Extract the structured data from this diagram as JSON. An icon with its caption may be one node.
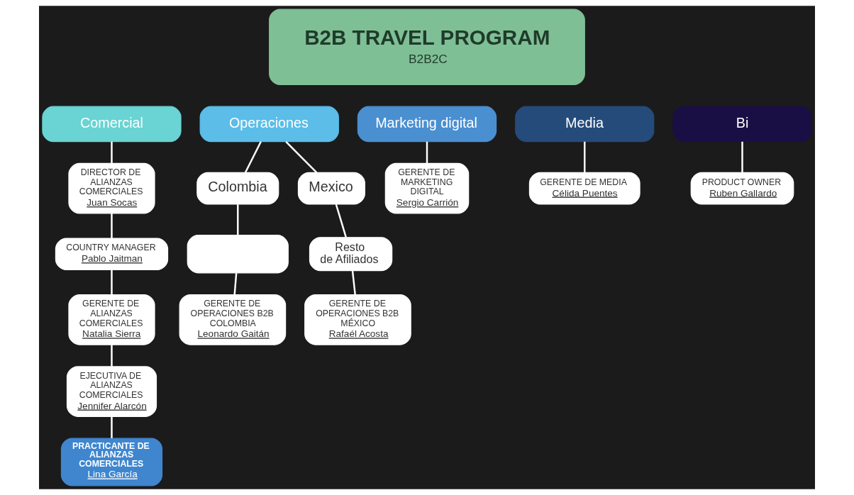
{
  "diagram": {
    "nodes": [
      {
        "text": [
          "B2B TRAVEL PROGRAM",
          "B2B2C"
        ]
      },
      {
        "text": [
          "Comercial"
        ]
      },
      {
        "text": [
          "Operaciones"
        ]
      },
      {
        "text": [
          "Marketing digital"
        ]
      },
      {
        "text": [
          "Media"
        ]
      },
      {
        "text": [
          "Bi"
        ]
      },
      {
        "text": [
          "DIRECTOR DE ALIANZAS COMERCIALES",
          "Juan Socas"
        ]
      },
      {
        "text": [
          "COUNTRY MANAGER",
          "Pablo Jaitman"
        ]
      },
      {
        "text": [
          "GERENTE DE ALIANZAS COMERCIALES",
          "Natalia Sierra"
        ]
      },
      {
        "text": [
          "EJECUTIVA DE ALIANZAS COMERCIALES",
          "Jennifer Alarcón"
        ]
      },
      {
        "text": [
          "PRACTICANTE DE ALIANZAS COMERCIALES",
          "Lina García"
        ]
      },
      {
        "text": [
          "Colombia"
        ]
      },
      {
        "text": [
          "Mexico"
        ]
      },
      {
        "text": [],
        "shape": "box"
      },
      {
        "text": [
          "Resto de Afiliados"
        ]
      },
      {
        "text": [
          "GERENTE DE OPERACIONES B2B COLOMBIA",
          "Leonardo Gaitán"
        ]
      },
      {
        "text": [
          "GERENTE DE OPERACIONES B2B MÉXICO",
          "Rafaél Acosta"
        ]
      },
      {
        "text": [
          "GERENTE DE MARKETING DIGITAL",
          "Sergio Carrión"
        ]
      },
      {
        "text": [
          "GERENTE DE MEDIA",
          "Célida Puentes"
        ]
      },
      {
        "text": [
          "PRODUCT OWNER",
          "Ruben Gallardo"
        ]
      }
    ],
    "edges": [
      {
        "from": 1,
        "to": 6,
        "arrow": "none"
      },
      {
        "from": 6,
        "to": 7,
        "arrow": "none"
      },
      {
        "from": 7,
        "to": 8,
        "arrow": "none"
      },
      {
        "from": 8,
        "to": 9,
        "arrow": "none"
      },
      {
        "from": 9,
        "to": 10,
        "arrow": "none"
      },
      {
        "from": 2,
        "to": 11,
        "arrow": "none"
      },
      {
        "from": 2,
        "to": 12,
        "arrow": "none"
      },
      {
        "from": 11,
        "to": 13,
        "arrow": "none"
      },
      {
        "from": 12,
        "to": 14,
        "arrow": "none"
      },
      {
        "from": 13,
        "to": 15,
        "arrow": "none"
      },
      {
        "from": 14,
        "to": 16,
        "arrow": "none"
      },
      {
        "from": 3,
        "to": 17,
        "arrow": "none"
      },
      {
        "from": 4,
        "to": 18,
        "arrow": "none"
      },
      {
        "from": 5,
        "to": 19,
        "arrow": "none"
      }
    ]
  }
}
